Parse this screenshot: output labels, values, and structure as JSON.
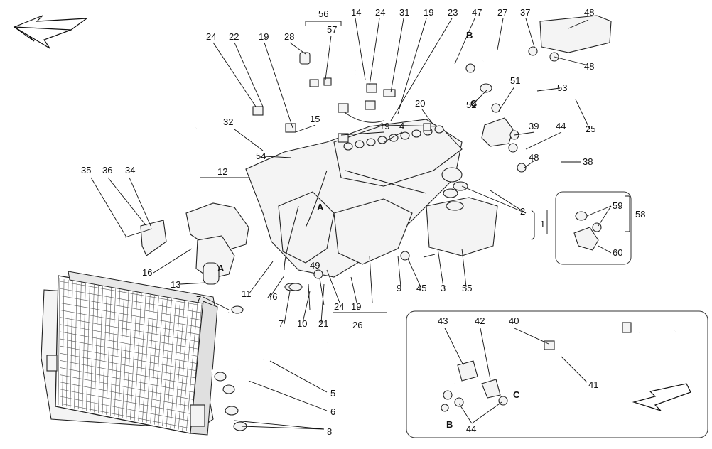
{
  "labels": {
    "n1": "1",
    "n2": "2",
    "n3": "3",
    "n4": "4",
    "n5": "5",
    "n6": "6",
    "n7a": "7",
    "n7b": "7",
    "n8": "8",
    "n9": "9",
    "n10": "10",
    "n11": "11",
    "n12": "12",
    "n13": "13",
    "n14": "14",
    "n15": "15",
    "n16": "16",
    "n19a": "19",
    "n19b": "19",
    "n19c": "19",
    "n19d": "19",
    "n20": "20",
    "n21": "21",
    "n22": "22",
    "n23": "23",
    "n24a": "24",
    "n24b": "24",
    "n24c": "24",
    "n25": "25",
    "n26": "26",
    "n27": "27",
    "n28": "28",
    "n31": "31",
    "n32": "32",
    "n34": "34",
    "n35": "35",
    "n36": "36",
    "n37": "37",
    "n38": "38",
    "n39": "39",
    "n40": "40",
    "n41": "41",
    "n42": "42",
    "n43": "43",
    "n44a": "44",
    "n44b": "44",
    "n45": "45",
    "n46": "46",
    "n47": "47",
    "n48a": "48",
    "n48b": "48",
    "n48c": "48",
    "n49": "49",
    "n51": "51",
    "n52": "52",
    "n53": "53",
    "n54": "54",
    "n55": "55",
    "n56": "56",
    "n57": "57",
    "n58": "58",
    "n59": "59",
    "n60": "60"
  },
  "refs": {
    "A1": "A",
    "A2": "A",
    "B1": "B",
    "B2": "B",
    "C1": "C",
    "C2": "C"
  }
}
